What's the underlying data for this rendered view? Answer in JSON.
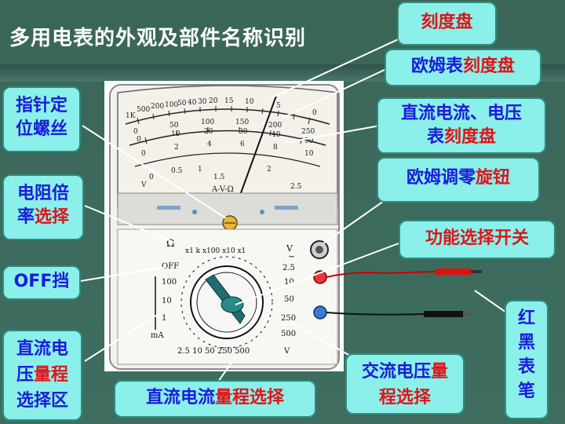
{
  "title": "多用电表的外观及部件名称识别",
  "labels": {
    "dial": "刻度盘",
    "ohm_scale_a": "欧姆表",
    "ohm_scale_b": "刻度盘",
    "dc_scale_a": "直流电流、电压",
    "dc_scale_b": "表",
    "dc_scale_c": "刻度盘",
    "pointer_screw": "指针定位螺丝",
    "ohm_zero_a": "欧姆调零",
    "ohm_zero_b": "旋钮",
    "ohm_mult_a": "电阻倍率",
    "ohm_mult_b": "选择",
    "function_switch": "功能选择开关",
    "off": "OFF挡",
    "probes": "红黑表笔",
    "dcv_range_a": "直流电压",
    "dcv_range_b": "量程",
    "dcv_range_c": "选择区",
    "dca_range_a": "直流电流",
    "dca_range_b": "量程选择",
    "acv_range_a": "交流电压",
    "acv_range_b": "量",
    "acv_range_c": "程选择"
  },
  "meter": {
    "ohm_ticks": [
      "1K",
      "500",
      "200",
      "100",
      "50",
      "40",
      "30",
      "20",
      "15",
      "10",
      "5",
      "0"
    ],
    "row2": [
      "0",
      "50",
      "100",
      "150",
      "200",
      "250"
    ],
    "row3": [
      "0",
      "10",
      "20",
      "30",
      "40",
      "50"
    ],
    "row4": [
      "0",
      "2",
      "4",
      "6",
      "8",
      "10"
    ],
    "row5": [
      "0",
      "0.5",
      "1",
      "1.5",
      "2",
      "2.5"
    ],
    "bottom_center": "A-V-Ω",
    "small_v": "V",
    "omega": "Ω",
    "multiplier": "x1 k x100 x10 x1",
    "v_symbol": "V",
    "v_sub": "~",
    "off": "OFF",
    "left_scale": [
      "100",
      "10",
      "1"
    ],
    "ma": "mA",
    "right_scale": [
      "2.5",
      "10",
      "50",
      "250",
      "500"
    ],
    "bottom_scale": "2.5 10 50 250 500",
    "bottom_v": "V"
  },
  "colors": {
    "background": "#3c6a5c",
    "label_bg": "#8af0e9",
    "label_text": "#1b1bd8",
    "accent_red": "#e0141a",
    "leader": "#ffffff"
  }
}
